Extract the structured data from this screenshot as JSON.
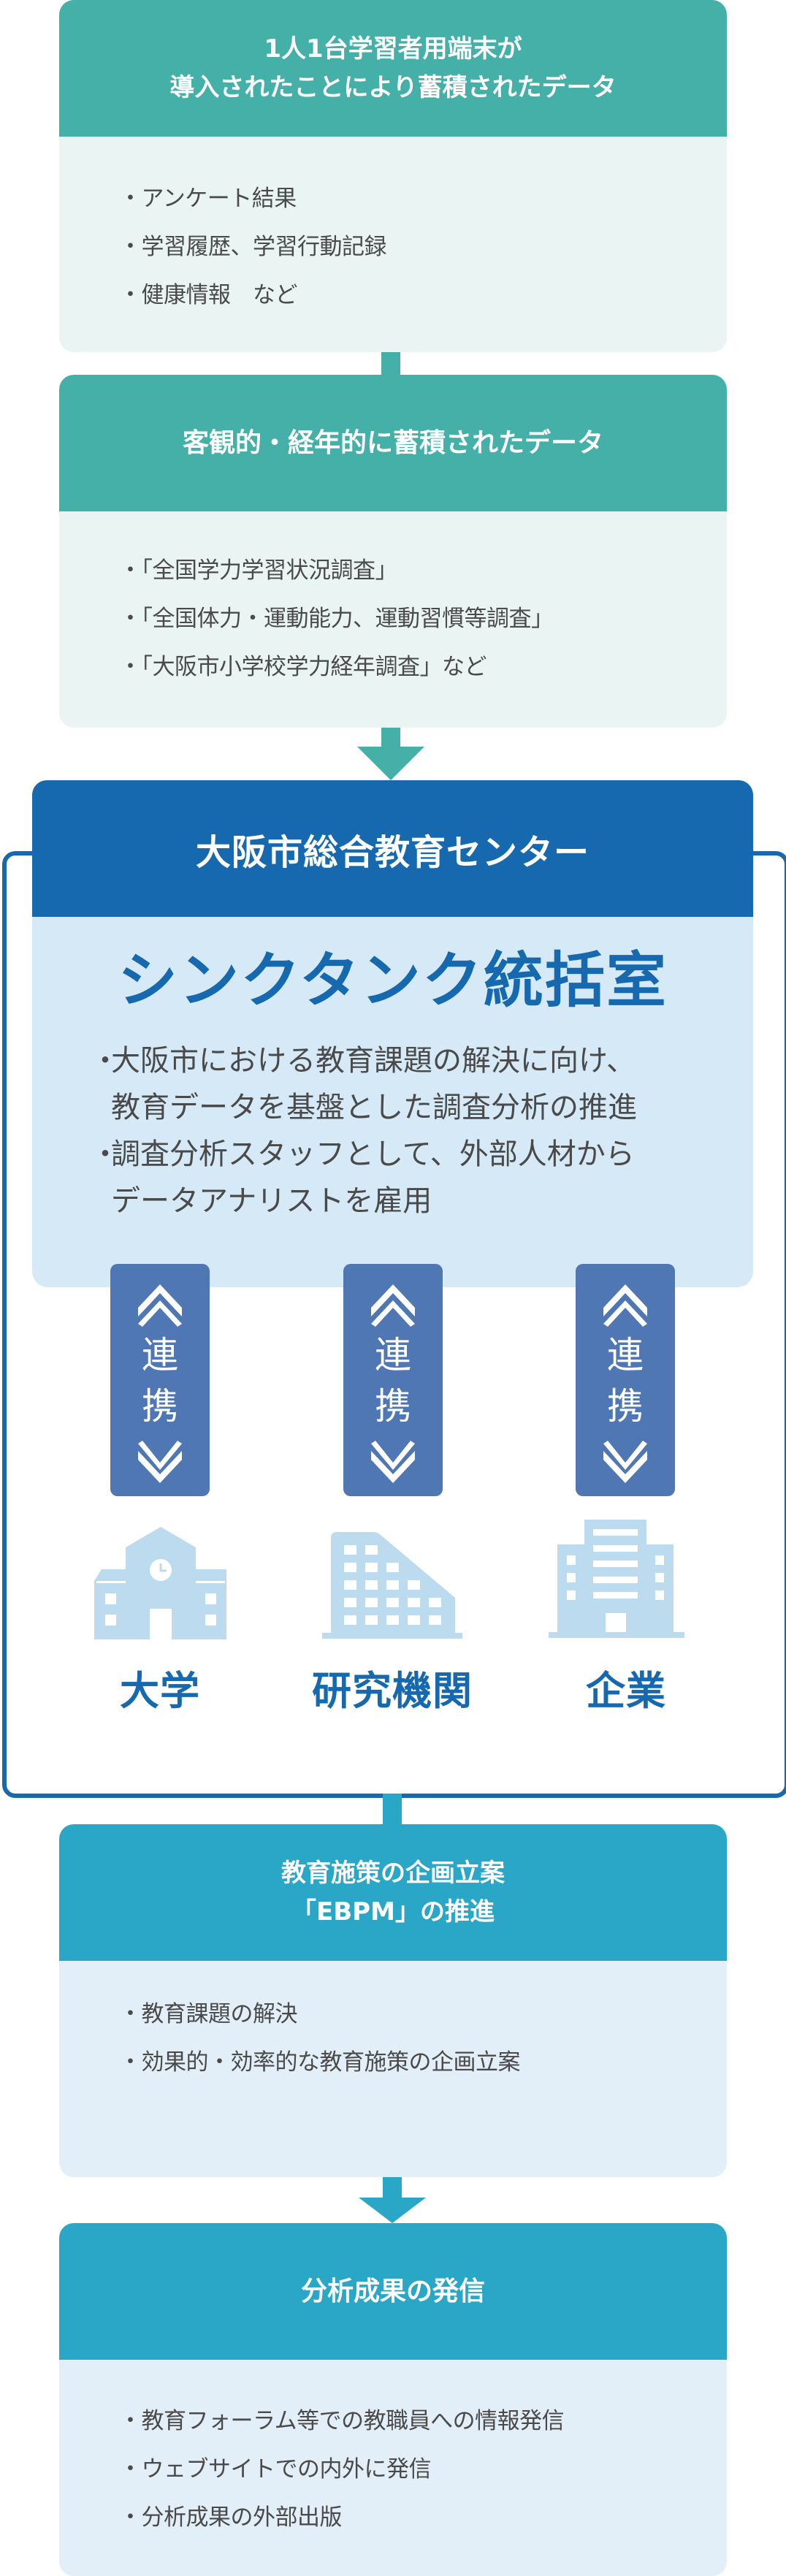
{
  "colors": {
    "teal_header": "#45b0a8",
    "teal_body": "#eaf4f2",
    "center_blue": "#1669ae",
    "center_panel": "#d5e9f7",
    "link_pill": "#4e77b3",
    "partner_icon": "#bcdbee",
    "cyan_header": "#2aa6c6",
    "cyan_body": "#e2eff8",
    "body_text": "#4a4a4a"
  },
  "boxes": {
    "device_data": {
      "title_line1": "1人1台学習者用端末が",
      "title_line2": "導入されたことにより蓄積されたデータ",
      "items": [
        "アンケート結果",
        "学習履歴、学習行動記録",
        "健康情報　など"
      ]
    },
    "longitudinal_data": {
      "title": "客観的・経年的に蓄積されたデータ",
      "items": [
        "「全国学力学習状況調査」",
        "「全国体力・運動能力、運動習慣等調査」",
        "「大阪市小学校学力経年調査」など"
      ]
    },
    "center": {
      "header": "大阪市総合教育センター",
      "title": "シンクタンク統括室",
      "items": [
        {
          "line1": "大阪市における教育課題の解決に向け、",
          "line2": "教育データを基盤とした調査分析の推進"
        },
        {
          "line1": "調査分析スタッフとして、外部人材から",
          "line2": "データアナリストを雇用"
        }
      ],
      "link_label_top": "連",
      "link_label_bottom": "携",
      "partners": [
        {
          "label": "大学",
          "icon": "school-icon"
        },
        {
          "label": "研究機関",
          "icon": "research-building-icon"
        },
        {
          "label": "企業",
          "icon": "office-building-icon"
        }
      ]
    },
    "ebpm": {
      "title_line1": "教育施策の企画立案",
      "title_line2": "「EBPM」の推進",
      "items": [
        "教育課題の解決",
        "効果的・効率的な教育施策の企画立案"
      ]
    },
    "dissemination": {
      "title": "分析成果の発信",
      "items": [
        "教育フォーラム等での教職員への情報発信",
        "ウェブサイトでの内外に発信",
        "分析成果の外部出版"
      ]
    }
  }
}
